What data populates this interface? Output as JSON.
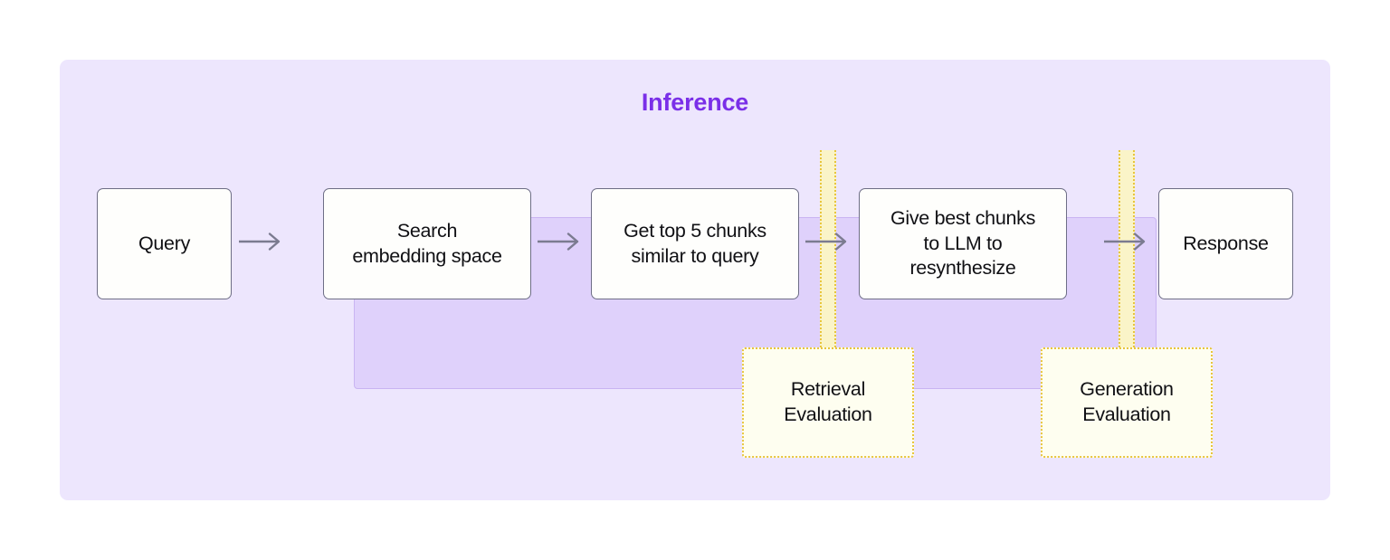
{
  "panel": {
    "title": "Inference",
    "title_color": "#7A2FE8",
    "background_color": "#EDE6FD"
  },
  "retrieval_group": {
    "background_color": "#DFD1FB",
    "border_color": "#C9B4F2"
  },
  "nodes": [
    {
      "id": "query",
      "label": "Query"
    },
    {
      "id": "search",
      "label": "Search\nembedding space"
    },
    {
      "id": "topk",
      "label": "Get top 5 chunks\nsimilar to query"
    },
    {
      "id": "llm",
      "label": "Give best chunks\nto LLM to\nresynthesize"
    },
    {
      "id": "response",
      "label": "Response"
    }
  ],
  "node_labels": {
    "query": "Query",
    "search_line1": "Search",
    "search_line2": "embedding space",
    "topk_line1": "Get top 5 chunks",
    "topk_line2": "similar to query",
    "llm_line1": "Give best chunks",
    "llm_line2": "to LLM to",
    "llm_line3": "resynthesize",
    "response": "Response"
  },
  "evaluations": [
    {
      "id": "retrieval",
      "line1": "Retrieval",
      "line2": "Evaluation"
    },
    {
      "id": "generation",
      "line1": "Generation",
      "line2": "Evaluation"
    }
  ],
  "eval_labels": {
    "retrieval_line1": "Retrieval",
    "retrieval_line2": "Evaluation",
    "generation_line1": "Generation",
    "generation_line2": "Evaluation"
  },
  "colors": {
    "node_fill": "#FEFEFC",
    "node_border": "#6E6E86",
    "eval_fill": "#FEFEF0",
    "eval_border": "#E8C53C",
    "eval_band_fill": "#FAF4C8",
    "arrow": "#7B7B90"
  },
  "arrows": [
    {
      "id": "arrow-query-to-search",
      "from": "query",
      "to": "search"
    },
    {
      "id": "arrow-search-to-topk",
      "from": "search",
      "to": "topk"
    },
    {
      "id": "arrow-topk-to-llm",
      "from": "topk",
      "to": "llm"
    },
    {
      "id": "arrow-llm-to-response",
      "from": "llm",
      "to": "response"
    }
  ]
}
